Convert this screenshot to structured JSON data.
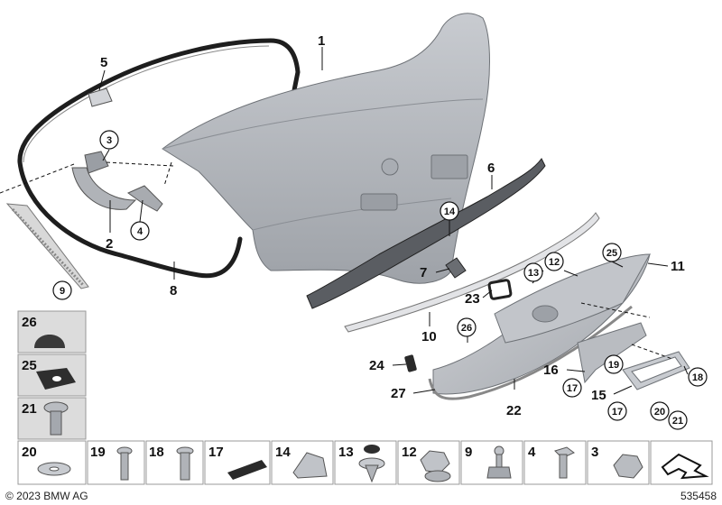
{
  "callouts": {
    "n1": "1",
    "n2": "2",
    "n3": "3",
    "n4": "4",
    "n5": "5",
    "n6": "6",
    "n7": "7",
    "n8": "8",
    "n9": "9",
    "n10": "10",
    "n11": "11",
    "n12": "12",
    "n13": "13",
    "n14": "14",
    "n15": "15",
    "n16": "16",
    "n17a": "17",
    "n17b": "17",
    "n18": "18",
    "n19": "19",
    "n20": "20",
    "n21": "21",
    "n22": "22",
    "n23": "23",
    "n24": "24",
    "n25": "25",
    "n26": "26",
    "n27": "27"
  },
  "legend": {
    "items": [
      "26",
      "25",
      "21",
      "20",
      "19",
      "18",
      "17",
      "14",
      "13",
      "12",
      "9",
      "4",
      "3"
    ]
  },
  "footer": {
    "copyright": "© 2023 BMW AG",
    "diagram_id": "535458"
  },
  "colors": {
    "part_fill": "#b9bcc1",
    "part_dark": "#6e7277",
    "seal": "#1e1e1e",
    "cell_gray": "#dcdcdc"
  }
}
